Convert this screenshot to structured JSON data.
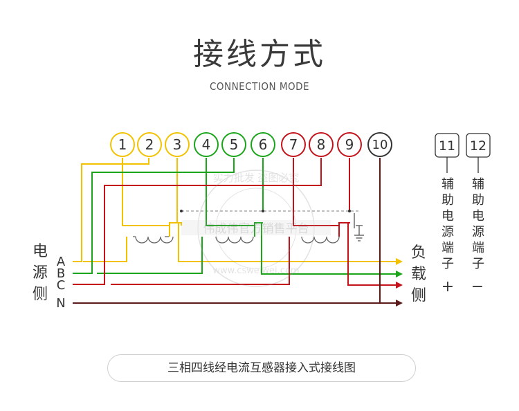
{
  "title": "接线方式",
  "subtitle": "CONNECTION MODE",
  "terminals": [
    "1",
    "2",
    "3",
    "4",
    "5",
    "6",
    "7",
    "8",
    "9",
    "10"
  ],
  "aux_terminals": [
    "11",
    "12"
  ],
  "aux_labels": {
    "plus_text": [
      "辅",
      "助",
      "电",
      "源",
      "端",
      "子"
    ],
    "minus_text": [
      "辅",
      "助",
      "电",
      "源",
      "端",
      "子"
    ],
    "plus_sign": "+",
    "minus_sign": "−"
  },
  "source_side": [
    "电",
    "源",
    "侧"
  ],
  "load_side": [
    "负",
    "载",
    "侧"
  ],
  "phases": [
    "A",
    "B",
    "C",
    "N"
  ],
  "watermark": {
    "ring_top": "实力批发 盗图必究",
    "ring_bottom": "www.csweiwei.com",
    "band": "伟成伟官方销售平台"
  },
  "caption": "三相四线经电流互感器接入式接线图",
  "colors": {
    "phaseA": "#f2c200",
    "phaseB": "#1aa51a",
    "phaseC": "#c4121a",
    "neutral": "#5a1a1a",
    "circle10": "#333333"
  }
}
